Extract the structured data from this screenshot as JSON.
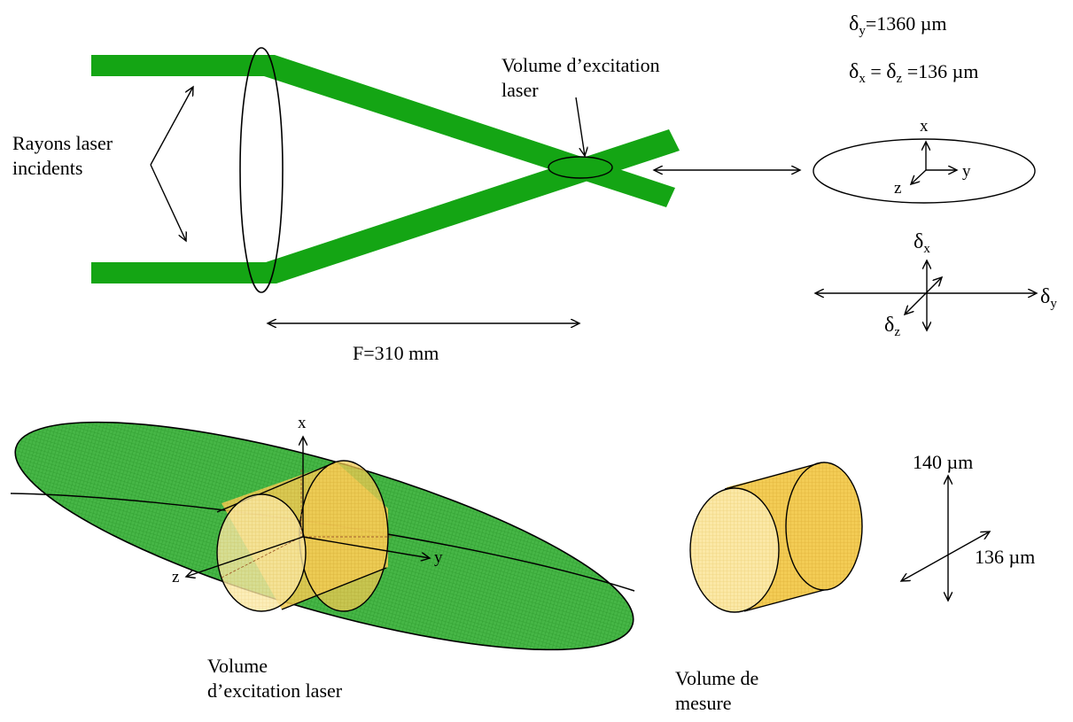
{
  "top": {
    "incident_label": [
      "Rayons laser",
      "incidents"
    ],
    "excitation_label": [
      "Volume d’excitation",
      "laser"
    ],
    "focal_label": "F=310 mm",
    "delta_y": {
      "symbol": "δ",
      "sub": "y",
      "value": "=1360 µm"
    },
    "delta_xz": {
      "symbol1": "δ",
      "sub1": "x",
      "eq": " = ",
      "symbol2": "δ",
      "sub2": "z",
      "value": " =136 µm"
    },
    "axes_ellipse": {
      "x": "x",
      "y": "y",
      "z": "z"
    },
    "axes_delta": {
      "x": {
        "symbol": "δ",
        "sub": "x"
      },
      "y": {
        "symbol": "δ",
        "sub": "y"
      },
      "z": {
        "symbol": "δ",
        "sub": "z"
      }
    }
  },
  "bottom": {
    "axes": {
      "x": "x",
      "y": "y",
      "z": "z"
    },
    "excitation_caption": [
      "Volume",
      "d’excitation laser"
    ],
    "mesure_caption": [
      "Volume de",
      "mesure"
    ],
    "dim_vertical": "140 µm",
    "dim_horizontal": "136 µm"
  },
  "colors": {
    "beam": "#1aa51a",
    "ellipsoid": "#3cb43c",
    "cylinder": "#f2c84a",
    "cylinder_face": "#fbe49a"
  }
}
